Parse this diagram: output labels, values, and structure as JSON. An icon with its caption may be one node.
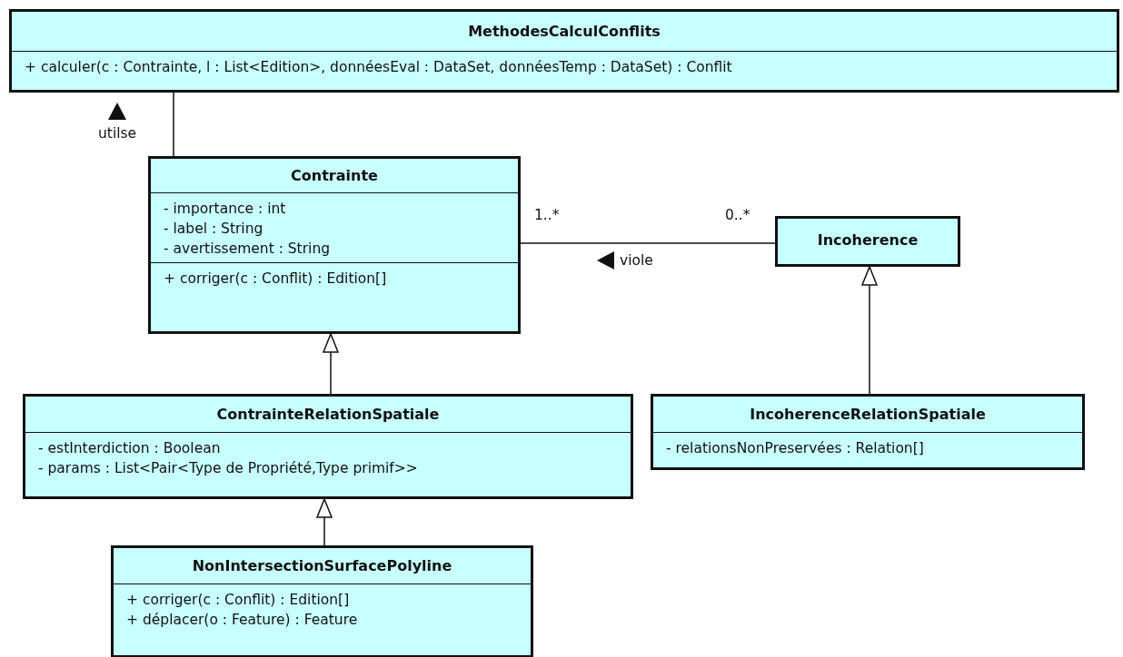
{
  "diagram": {
    "nodes": [
      {
        "text": [
          "MethodesCalculConflits",
          "+ calculer(c : Contrainte, l : List<Edition>, donnéesEval : DataSet, donnéesTemp : DataSet) : Conflit"
        ]
      },
      {
        "text": [
          "Contrainte",
          "- importance : int",
          "- label : String",
          "- avertissement : String",
          "+ corriger(c : Conflit) : Edition[]"
        ]
      },
      {
        "text": [
          "Incoherence"
        ]
      },
      {
        "text": [
          "ContrainteRelationSpatiale",
          "- estInterdiction : Boolean",
          "- params : List<Pair<Type de Propriété,Type primif>>"
        ]
      },
      {
        "text": [
          "IncoherenceRelationSpatiale",
          "- relationsNonPreservées : Relation[]"
        ]
      },
      {
        "text": [
          "NonIntersectionSurfacePolyline",
          "+ corriger(c : Conflit) : Edition[]",
          "+ déplacer(o : Feature) : Feature"
        ]
      }
    ],
    "edges": [
      {
        "from": 1,
        "to": 0,
        "arrow": "none",
        "label": "utilse"
      },
      {
        "from": 2,
        "to": 1,
        "arrow": "none",
        "label": "viole"
      },
      {
        "from": 3,
        "to": 1,
        "arrow": "to"
      },
      {
        "from": 4,
        "to": 2,
        "arrow": "to"
      },
      {
        "from": 5,
        "to": 3,
        "arrow": "to"
      }
    ],
    "labels": [
      "1..*",
      "0..*"
    ]
  }
}
